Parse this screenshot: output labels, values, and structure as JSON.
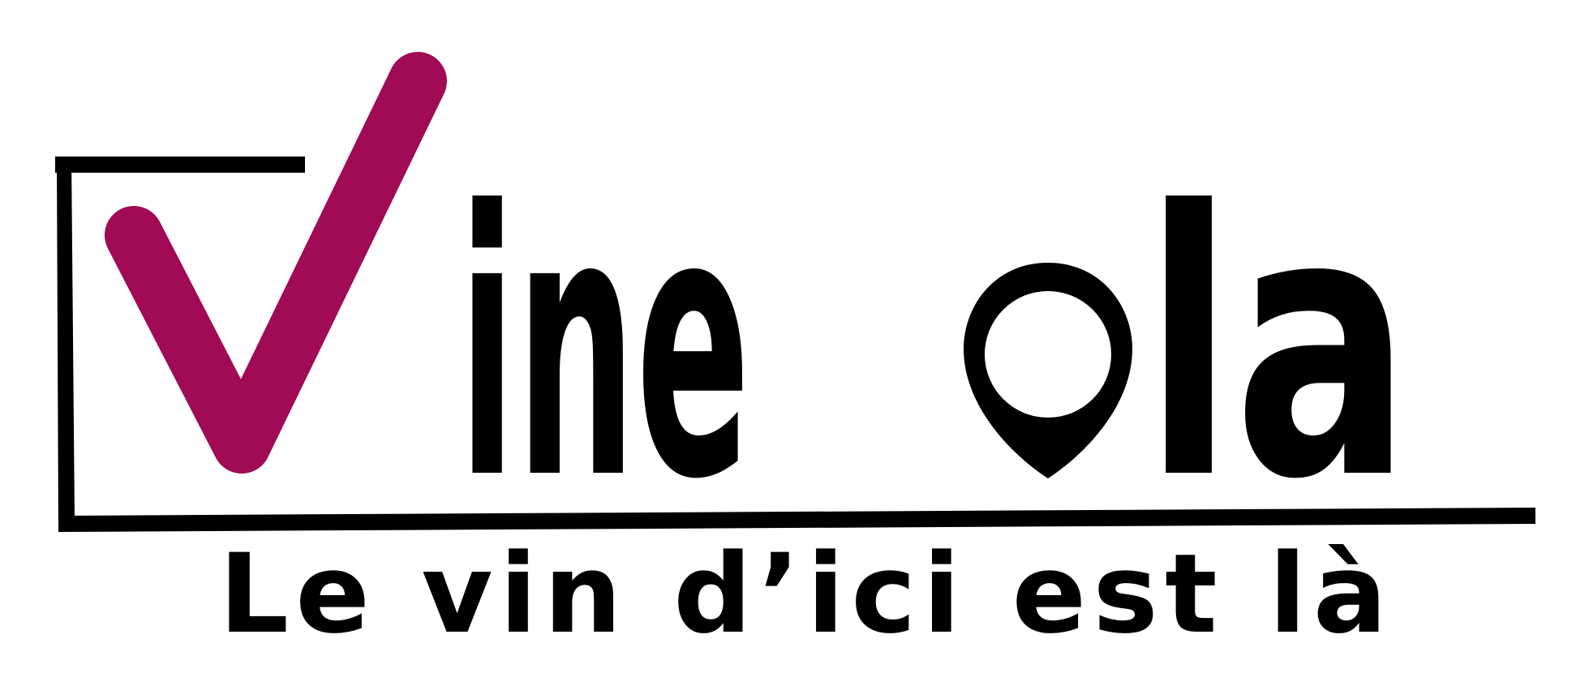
{
  "logo": {
    "brand_name": "Vineola",
    "brand_word_visible": "ine",
    "brand_word_end": "la",
    "tagline": "Le vin d’ici est là",
    "check_icon_name": "checkmark-icon",
    "pin_icon_name": "location-pin-icon"
  },
  "colors": {
    "background": "#ffffff",
    "text": "#000000",
    "accent": "#a10a55"
  }
}
